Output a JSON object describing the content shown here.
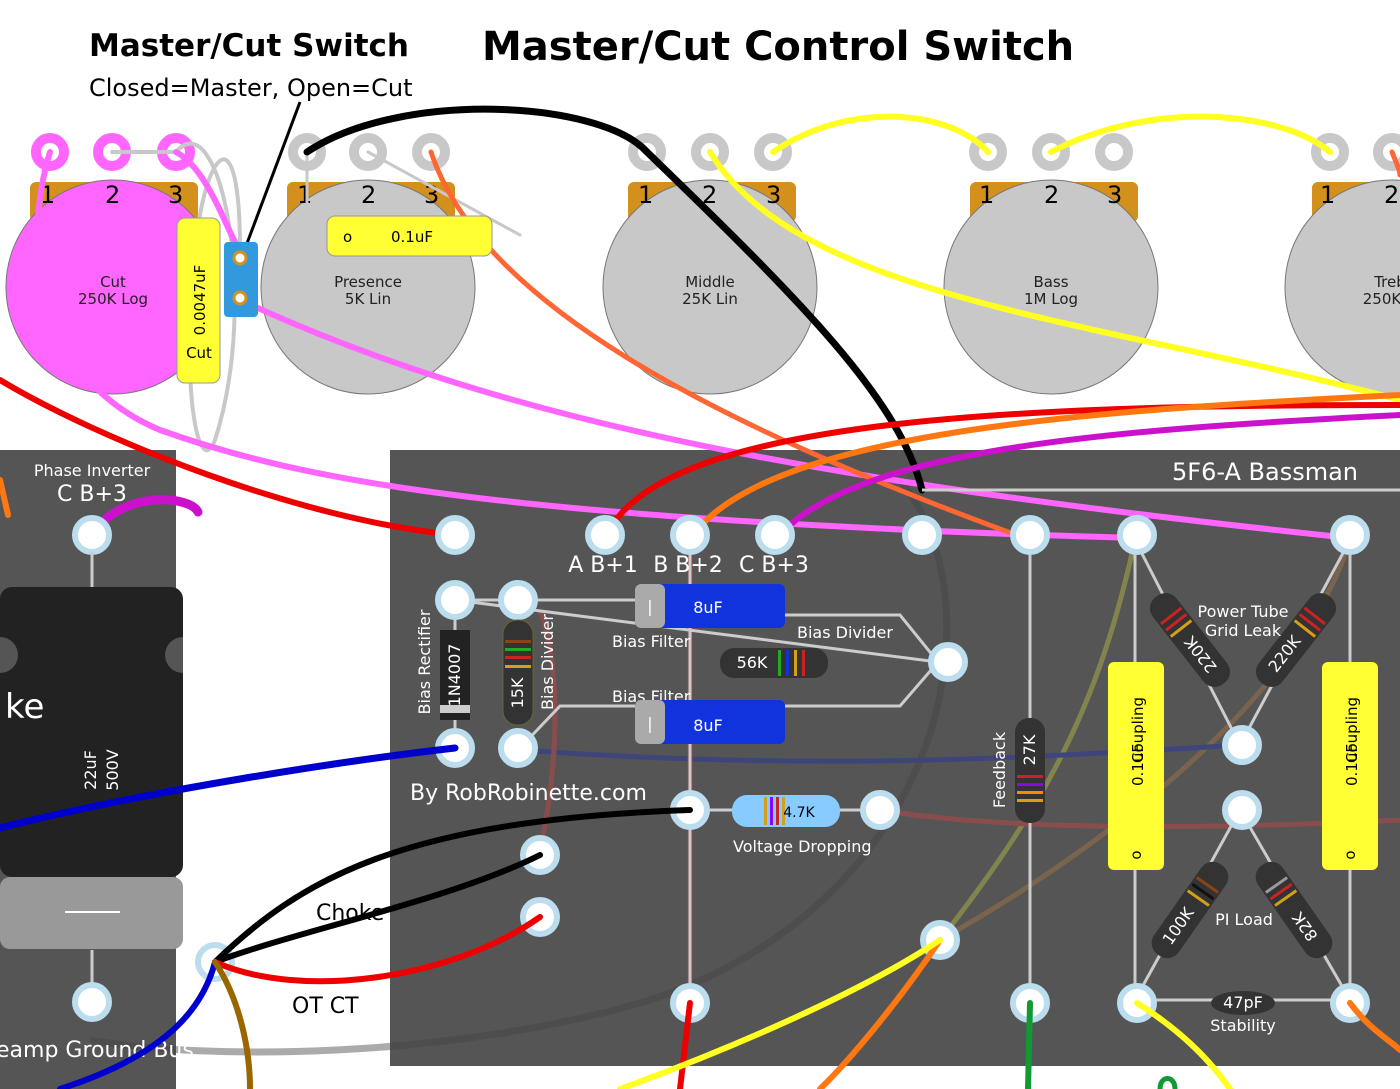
{
  "title": "Master/Cut Control Switch",
  "switch_callout": {
    "title": "Master/Cut Switch",
    "subtitle": "Closed=Master, Open=Cut"
  },
  "pots": [
    {
      "name": "Cut",
      "value": "250K Log",
      "color": "#ff66ff"
    },
    {
      "name": "Presence",
      "value": "5K Lin",
      "color": "#c8c8c8"
    },
    {
      "name": "Middle",
      "value": "25K Lin",
      "color": "#c8c8c8"
    },
    {
      "name": "Bass",
      "value": "1M Log",
      "color": "#c8c8c8"
    },
    {
      "name": "Treb",
      "value": "250K",
      "color": "#c8c8c8"
    }
  ],
  "terminal_numbers": [
    "1",
    "2",
    "3"
  ],
  "treble_partial_number": "2",
  "caps": {
    "cut_cap": {
      "value": "0.0047uF",
      "label": "Cut"
    },
    "presence_cap": {
      "value": "0.1uF",
      "mark": "o"
    },
    "bias_filter_1": {
      "value": "8uF",
      "label": "Bias Filter"
    },
    "bias_filter_2": {
      "value": "8uF",
      "label": "Bias Filter"
    },
    "coupling_1": {
      "value": "0.1uF",
      "label": "Coupling",
      "mark": "o"
    },
    "coupling_2": {
      "value": "0.1uF",
      "label": "Coupling",
      "mark": "o"
    },
    "stability": {
      "value": "47pF",
      "label": "Stability"
    },
    "filter_can": {
      "value": "22uF",
      "voltage": "500V"
    }
  },
  "resistors": {
    "bias_divider_56k": {
      "value": "56K",
      "label": "Bias Divider"
    },
    "bias_divider_15k": {
      "value": "15K",
      "label": "Bias Divider"
    },
    "voltage_dropping": {
      "value": "4.7K",
      "label": "Voltage Dropping"
    },
    "feedback": {
      "value": "27K",
      "label": "Feedback"
    },
    "grid_leak_1": {
      "value": "220K"
    },
    "grid_leak_2": {
      "value": "220K"
    },
    "grid_leak_label": "Power Tube Grid Leak",
    "pi_load_1": {
      "value": "100K"
    },
    "pi_load_2": {
      "value": "82K"
    },
    "pi_load_label": "PI Load"
  },
  "diode": {
    "value": "1N4007",
    "label": "Bias Rectifier"
  },
  "board": {
    "name": "5F6-A Bassman",
    "jacks": [
      "A B+1",
      "B B+2",
      "C B+3"
    ],
    "credit": "By RobRobinette.com"
  },
  "left_board": {
    "phase_inverter_label": "Phase Inverter",
    "jack": "C B+3",
    "choke_partial": "ke",
    "ground_bus": "eamp Ground Bus"
  },
  "wire_labels": {
    "choke": "Choke",
    "ot_ct": "OT CT"
  },
  "colors": {
    "board": "#555555",
    "pot_body": "#c8c8c8",
    "pot_tab": "#d4901c",
    "pink": "#ff66ff",
    "yellow_cap": "#ffff33",
    "blue_cap": "#1133dd"
  }
}
